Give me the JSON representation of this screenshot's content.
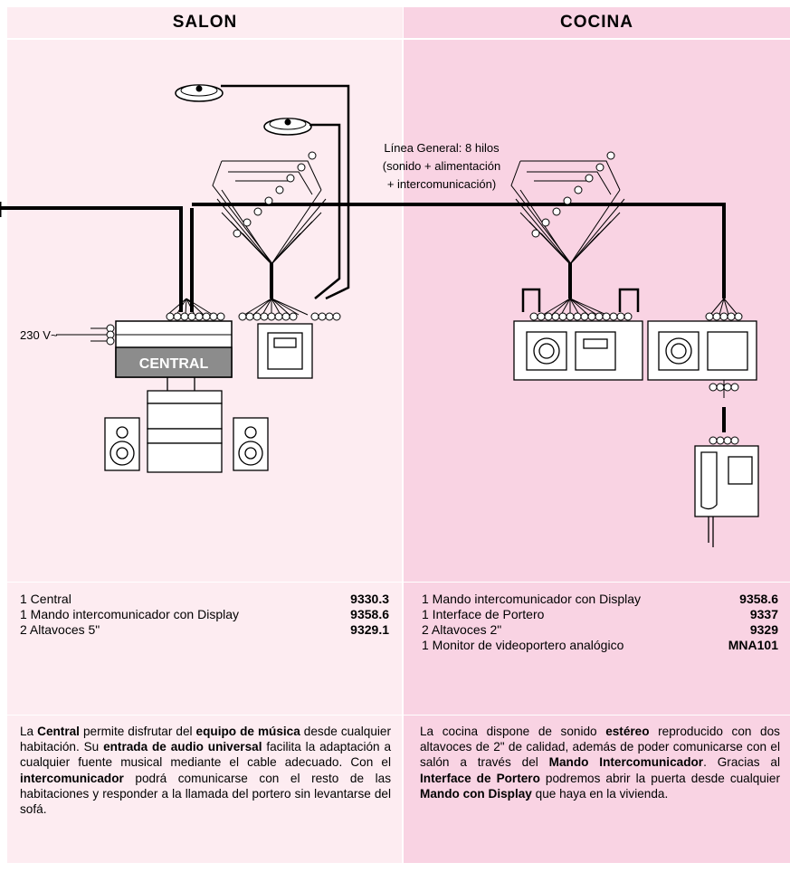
{
  "headers": {
    "left": "SALON",
    "right": "COCINA"
  },
  "diagram": {
    "linea_general": [
      "Línea General: 8 hilos",
      "(sonido + alimentación",
      "+ intercomunicación)"
    ],
    "voltage_label": "230 V~",
    "central_label": "CENTRAL"
  },
  "salon": {
    "items": [
      {
        "text": "1 Central",
        "code": "9330.3"
      },
      {
        "text": "1 Mando intercomunicador con Display",
        "code": "9358.6"
      },
      {
        "text": "2 Altavoces 5\"",
        "code": "9329.1"
      }
    ],
    "description": [
      {
        "t": "La ",
        "b": false
      },
      {
        "t": "Central",
        "b": true
      },
      {
        "t": " permite disfrutar del ",
        "b": false
      },
      {
        "t": "equipo de música",
        "b": true
      },
      {
        "t": " desde cualquier habitación. Su ",
        "b": false
      },
      {
        "t": "entrada de audio universal",
        "b": true
      },
      {
        "t": " facilita la adaptación a cualquier fuente musical mediante el cable adecuado. Con el ",
        "b": false
      },
      {
        "t": "intercomunicador",
        "b": true
      },
      {
        "t": " podrá comunicarse con el resto de las habitaciones y responder a la llamada del portero sin levantarse del sofá.",
        "b": false
      }
    ]
  },
  "cocina": {
    "items": [
      {
        "text": "1 Mando intercomunicador con Display",
        "code": "9358.6"
      },
      {
        "text": "1 Interface de Portero",
        "code": "9337"
      },
      {
        "text": "2 Altavoces 2\"",
        "code": "9329"
      },
      {
        "text": "1 Monitor de videoportero analógico",
        "code": "MNA101"
      }
    ],
    "description": [
      {
        "t": "La cocina dispone de sonido ",
        "b": false
      },
      {
        "t": "estéreo",
        "b": true
      },
      {
        "t": " reproducido con dos altavoces de 2\" de calidad, además de poder comunicarse con el salón a través del ",
        "b": false
      },
      {
        "t": "Mando Intercomunicador",
        "b": true
      },
      {
        "t": ". Gracias al ",
        "b": false
      },
      {
        "t": "Interface de Portero",
        "b": true
      },
      {
        "t": " podremos abrir la puerta desde cualquier ",
        "b": false
      },
      {
        "t": "Mando con Display",
        "b": true
      },
      {
        "t": " que haya en la vivienda.",
        "b": false
      }
    ]
  }
}
